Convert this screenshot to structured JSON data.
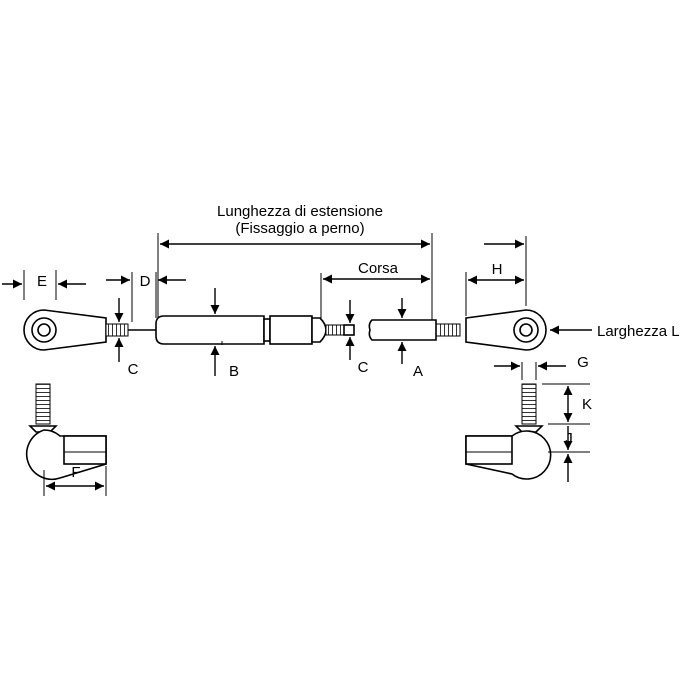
{
  "labels": {
    "title_line1": "Lunghezza di estensione",
    "title_line2": "(Fissaggio a perno)",
    "stroke": "Corsa",
    "width": "Larghezza L",
    "a": "A",
    "b": "B",
    "c_left": "C",
    "c_right": "C",
    "d": "D",
    "e": "E",
    "f": "F",
    "g": "G",
    "h": "H",
    "j": "J",
    "k": "K"
  }
}
